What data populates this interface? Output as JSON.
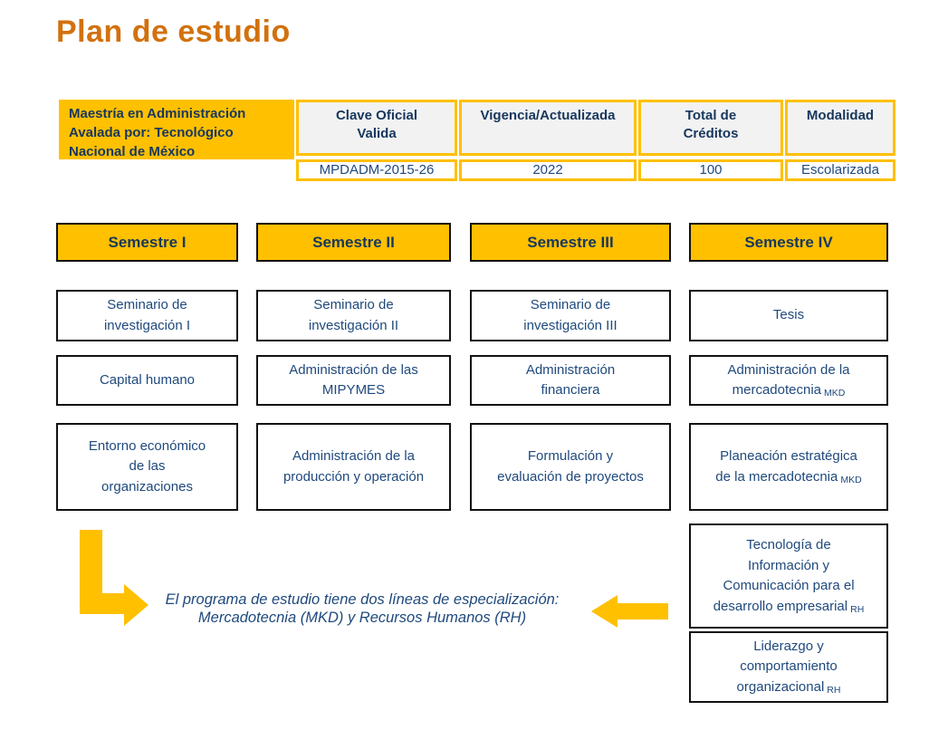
{
  "page": {
    "title": "Plan de estudio"
  },
  "colors": {
    "accent_yellow": "#FFC000",
    "title_orange": "#D2710D",
    "heading_navy": "#17375D",
    "body_blue": "#1F497D",
    "table_header_bg": "#F2F2F2",
    "box_border": "#111111"
  },
  "info_table": {
    "program_label": "Maestría en Administración\nAvalada por: Tecnológico\nNacional de México",
    "columns": [
      {
        "header": "Clave Oficial\nValida",
        "value": "MPDADM-2015-26"
      },
      {
        "header": "Vigencia/Actualizada",
        "value": "2022"
      },
      {
        "header": "Total de\nCréditos",
        "value": "100"
      },
      {
        "header": "Modalidad",
        "value": "Escolarizada"
      }
    ]
  },
  "semesters": [
    {
      "label": "Semestre I",
      "courses": [
        {
          "name": "Seminario de\ninvestigación I",
          "tag": ""
        },
        {
          "name": "Capital humano",
          "tag": ""
        },
        {
          "name": "Entorno económico\nde las\norganizaciones",
          "tag": ""
        }
      ]
    },
    {
      "label": "Semestre II",
      "courses": [
        {
          "name": "Seminario de\ninvestigación II",
          "tag": ""
        },
        {
          "name": "Administración de las\nMIPYMES",
          "tag": ""
        },
        {
          "name": "Administración de la\nproducción y operación",
          "tag": ""
        }
      ]
    },
    {
      "label": "Semestre III",
      "courses": [
        {
          "name": "Seminario de\ninvestigación III",
          "tag": ""
        },
        {
          "name": "Administración\nfinanciera",
          "tag": ""
        },
        {
          "name": "Formulación y\nevaluación de proyectos",
          "tag": ""
        }
      ]
    },
    {
      "label": "Semestre IV",
      "courses": [
        {
          "name": "Tesis",
          "tag": ""
        },
        {
          "name": "Administración de la\nmercadotecnia",
          "tag": "MKD"
        },
        {
          "name": "Planeación estratégica\nde la mercadotecnia",
          "tag": "MKD"
        },
        {
          "name": "Tecnología de\nInformación y\nComunicación para el\ndesarrollo empresarial",
          "tag": "RH"
        },
        {
          "name": "Liderazgo y\ncomportamiento\norganizacional",
          "tag": "RH"
        }
      ]
    }
  ],
  "note": {
    "line1": "El programa de estudio tiene dos líneas de especialización:",
    "line2": "Mercadotecnia (MKD) y Recursos Humanos (RH)"
  }
}
